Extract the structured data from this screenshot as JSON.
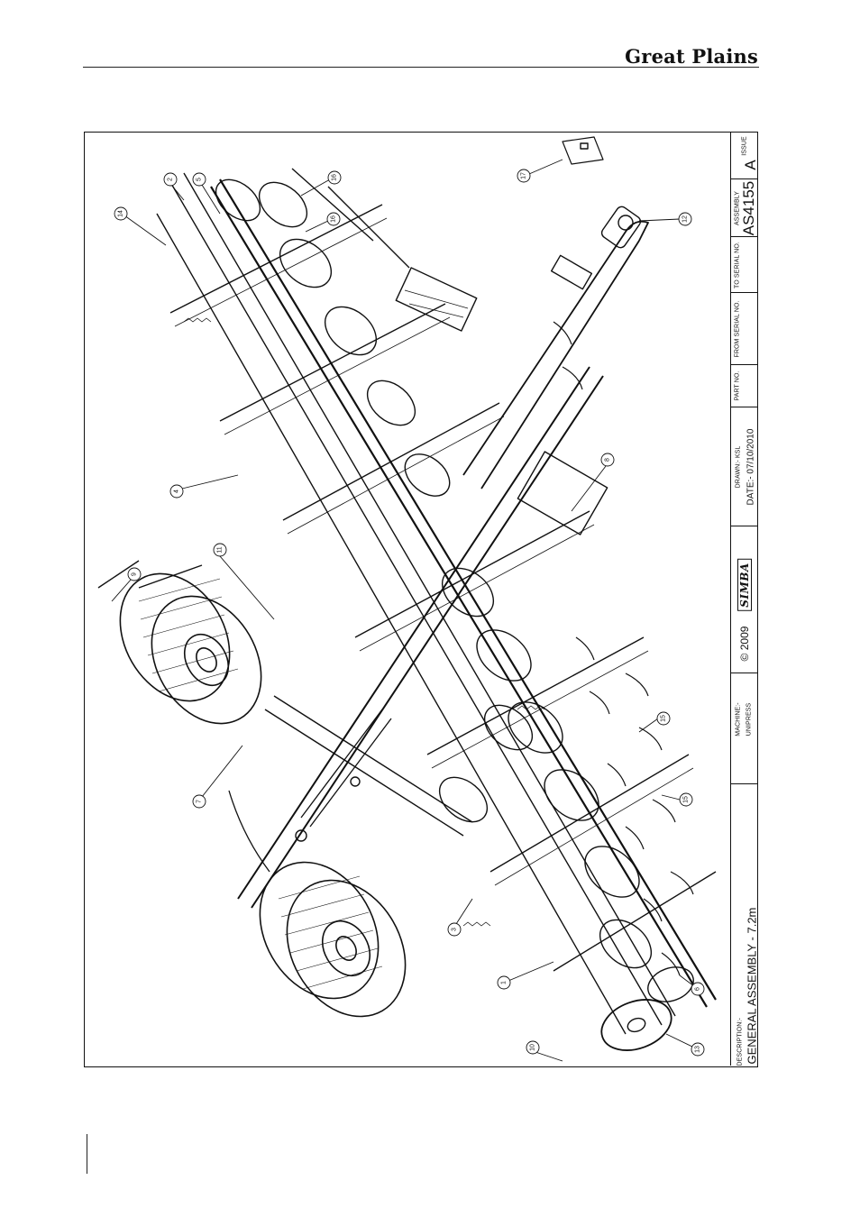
{
  "header": {
    "brand": "Great Plains"
  },
  "title_block": {
    "description_label": "DESCRIPTION:-",
    "description": "GENERAL ASSEMBLY - 7.2m",
    "machine_label": "MACHINE:-",
    "machine": "UNIPRESS",
    "logo_text": "SIMBA",
    "copyright": "© 2009",
    "drawn": "DRAWN:- KSL",
    "date": "DATE:- 07/10/2010",
    "part_no_label": "PART NO.",
    "from_serial_label": "FROM SERIAL NO.",
    "to_serial_label": "TO SERIAL NO.",
    "assembly_label": "ASSEMBLY",
    "assembly": "AS4155",
    "issue_label": "ISSUE",
    "issue": "A"
  },
  "callouts": [
    "1",
    "2",
    "3",
    "4",
    "5",
    "6",
    "7",
    "8",
    "9",
    "10",
    "11",
    "12",
    "13",
    "14",
    "15",
    "15",
    "16",
    "16",
    "17"
  ]
}
